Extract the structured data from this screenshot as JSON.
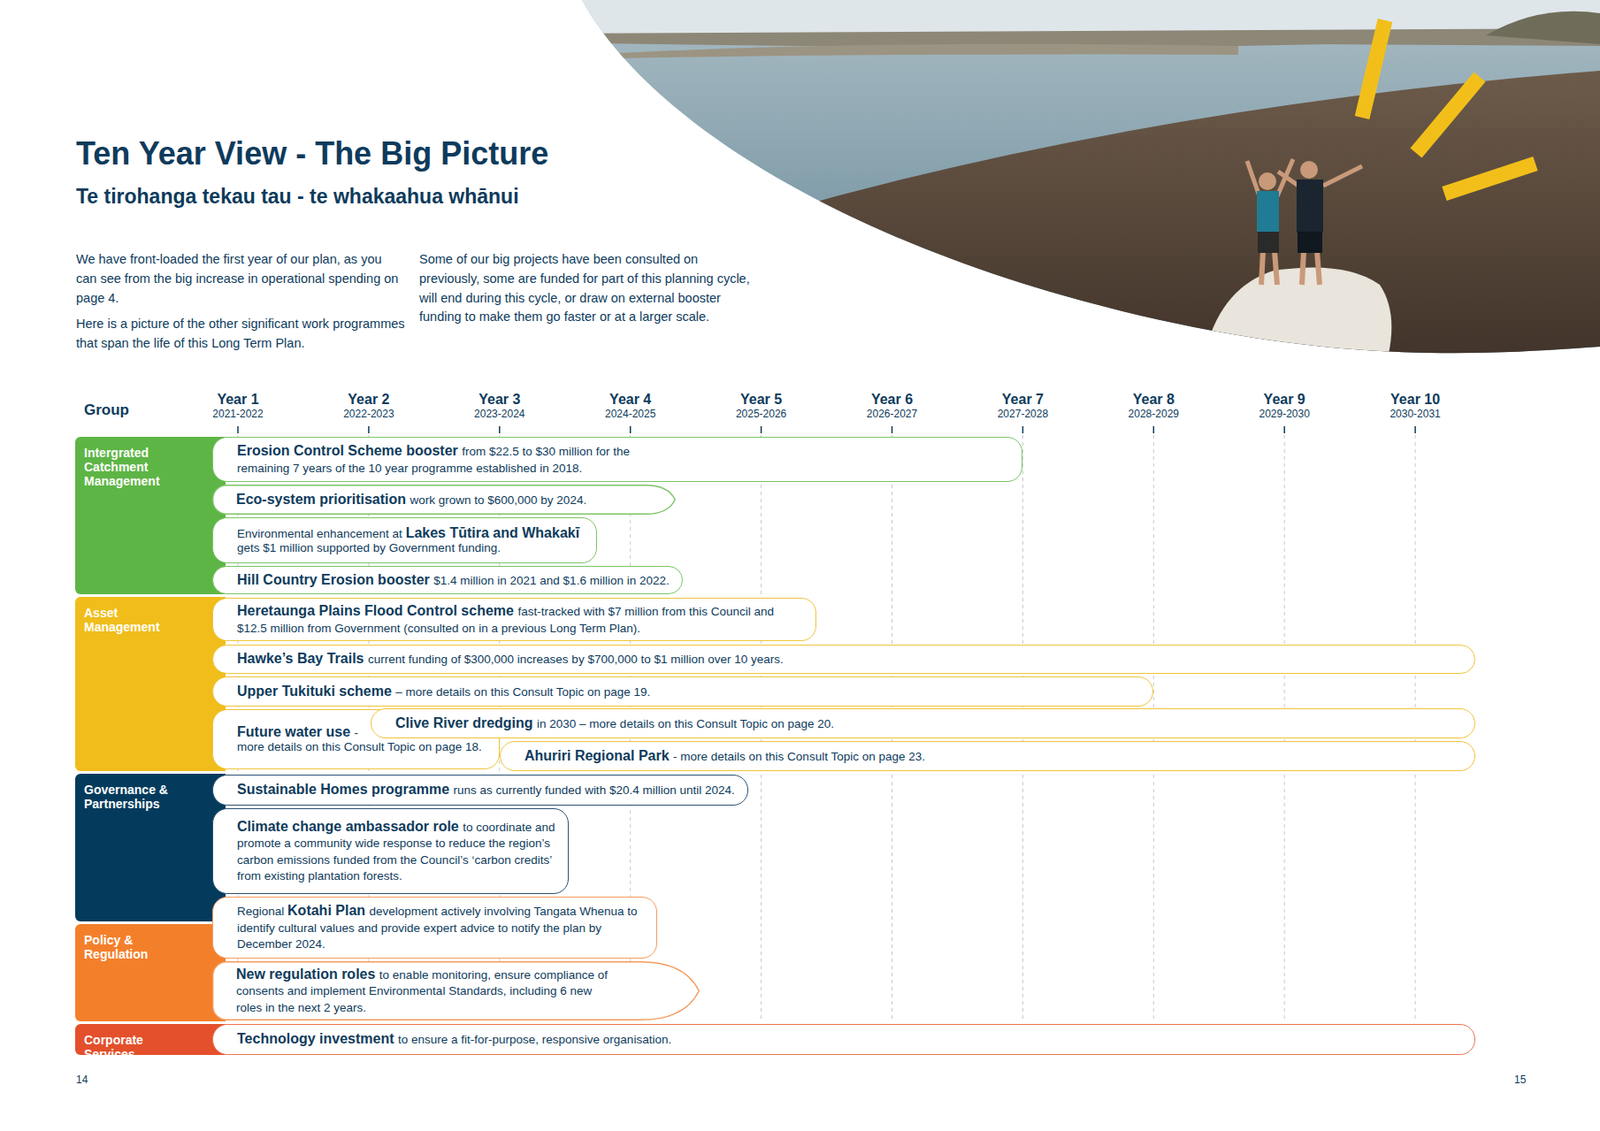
{
  "diagram": {
    "title": "Ten Year View - The Big Picture",
    "nodes": [
      {
        "text": [
          "Intergrated Catchment Management"
        ]
      },
      {
        "text": [
          "Erosion Control Scheme booster",
          "from $22.5 to $30 million for the remaining 7 years of the 10 year programme established in 2018."
        ]
      },
      {
        "text": [
          "Eco-system prioritisation",
          "work grown to $600,000 by 2024."
        ]
      },
      {
        "text": [
          "Environmental enhancement at",
          "Lakes Tūtira and Whakakī",
          "gets $1 million supported by Government funding."
        ]
      },
      {
        "text": [
          "Hill Country Erosion booster",
          "$1.4 million in 2021 and $1.6 million in 2022."
        ]
      },
      {
        "text": [
          "Asset Management"
        ]
      },
      {
        "text": [
          "Heretaunga Plains Flood Control scheme",
          "fast-tracked with $7 million from this Council and $12.5 million from Government (consulted on in a previous Long Term Plan)."
        ]
      },
      {
        "text": [
          "Hawke’s Bay Trails",
          "current funding of $300,000 increases by $700,000 to $1 million over 10 years."
        ]
      },
      {
        "text": [
          "Upper Tukituki scheme",
          "– more details on this Consult Topic on page 19."
        ]
      },
      {
        "text": [
          "Future water use",
          "-",
          "more details on this Consult Topic on page 18."
        ]
      },
      {
        "text": [
          "Clive River dredging",
          "in 2030 – more details on this Consult Topic on page 20."
        ]
      },
      {
        "text": [
          "Ahuriri Regional Park",
          "- more details on this Consult Topic on page 23."
        ]
      },
      {
        "text": [
          "Governance & Partnerships"
        ]
      },
      {
        "text": [
          "Sustainable Homes programme",
          "runs as currently funded with $20.4 million until 2024."
        ]
      },
      {
        "text": [
          "Climate change ambassador role",
          "to coordinate and promote a community wide response to reduce the region’s carbon emissions funded from the Council’s ‘carbon credits’ from existing plantation forests."
        ]
      },
      {
        "text": [
          "Regional",
          "Kotahi Plan",
          "development actively involving Tangata Whenua to identify cultural values and provide expert advice to notify the plan by December 2024."
        ]
      },
      {
        "text": [
          "Policy & Regulation"
        ]
      },
      {
        "text": [
          "New regulation roles",
          "to enable monitoring, ensure compliance of consents and implement Environmental Standards, including 6 new roles in the next 2 years."
        ]
      },
      {
        "text": [
          "Corporate Services"
        ]
      },
      {
        "text": [
          "Technology investment",
          "to ensure a fit-for-purpose, responsive organisation."
        ]
      }
    ],
    "labels": [
      "Te tirohanga tekau tau - te whakaahua whānui",
      "We have front-loaded the first year of our plan, as you can see from the big increase in operational spending on page 4.",
      "Here is a picture of the other significant work programmes that span the life of this Long Term Plan.",
      "Some of our big projects have been consulted on previously, some are funded for part of this planning cycle, will end during this cycle, or draw on external booster funding to make them go faster or at a larger scale.",
      "Group",
      "Year 1",
      "2021-2022",
      "Year 2",
      "2022-2023",
      "Year 3",
      "2023-2024",
      "Year 4",
      "2024-2025",
      "Year 5",
      "2025-2026",
      "Year 6",
      "2026-2027",
      "Year 7",
      "2027-2028",
      "Year 8",
      "2028-2029",
      "Year 9",
      "2029-2030",
      "Year 10",
      "2030-2031",
      "14",
      "15"
    ]
  }
}
